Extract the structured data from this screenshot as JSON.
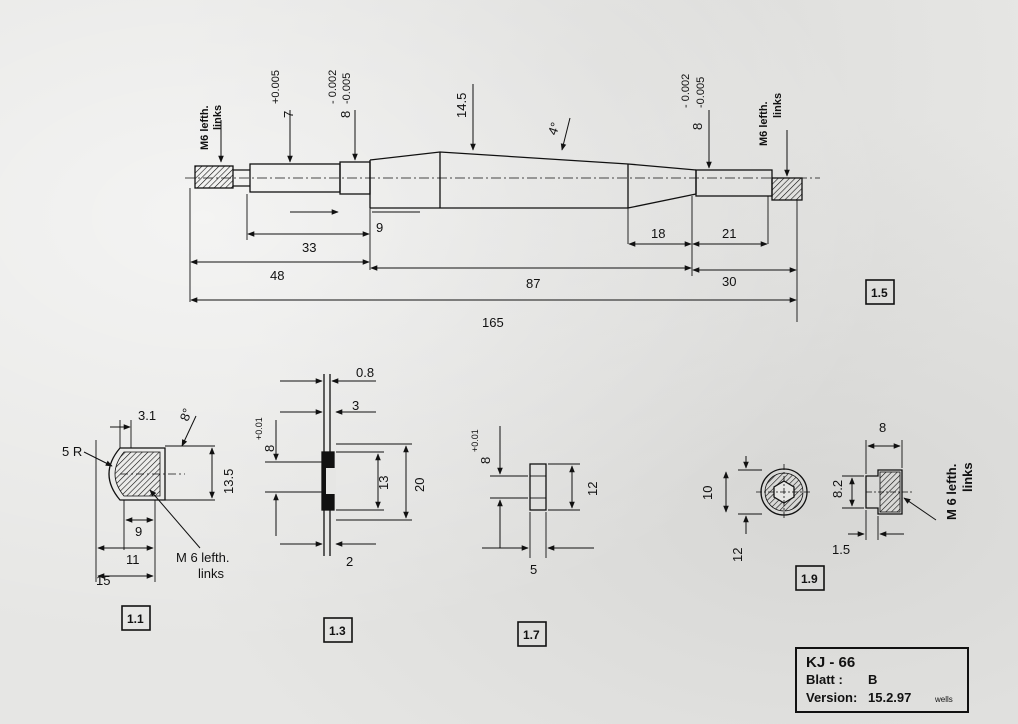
{
  "shaft": {
    "thread_left": "M6 lefth.",
    "thread_left_2": "links",
    "tol_a_nom": "7",
    "tol_a_up": "+0.005",
    "tol_b_nom": "8",
    "tol_b_up": "- 0.002",
    "tol_b_lo": "-0.005",
    "dia_mid": "14.5",
    "angle": "4°",
    "tol_c_nom": "8",
    "tol_c_up": "- 0.002",
    "tol_c_lo": "-0.005",
    "thread_right": "M6 lefth.",
    "thread_right_2": "links",
    "d9": "9",
    "d33": "33",
    "d48": "48",
    "d87": "87",
    "d18": "18",
    "d21": "21",
    "d30": "30",
    "d165": "165",
    "ref": "1.5"
  },
  "part11": {
    "r": "5 R",
    "d31": "3.1",
    "angle": "8°",
    "d135": "13.5",
    "d9": "9",
    "d11": "11",
    "d15": "15",
    "thread": "M 6 lefth.",
    "thread2": "links",
    "ref": "1.1"
  },
  "part13": {
    "d08": "0.8",
    "d3": "3",
    "tol_nom": "8",
    "tol_up": "+0.01",
    "d13": "13",
    "d20": "20",
    "d2": "2",
    "ref": "1.3"
  },
  "part17": {
    "tol_nom": "8",
    "tol_up": "+0.01",
    "d12": "12",
    "d5": "5",
    "ref": "1.7"
  },
  "part19": {
    "d10": "10",
    "d12": "12",
    "d8": "8",
    "d82": "8.2",
    "d15": "1.5",
    "thread": "M 6 lefth.",
    "thread2": "links",
    "ref": "1.9"
  },
  "titleblock": {
    "name": "KJ - 66",
    "blatt_label": "Blatt :",
    "blatt_value": "B",
    "version_label": "Version:",
    "version_value": "15.2.97",
    "author": "wells"
  }
}
